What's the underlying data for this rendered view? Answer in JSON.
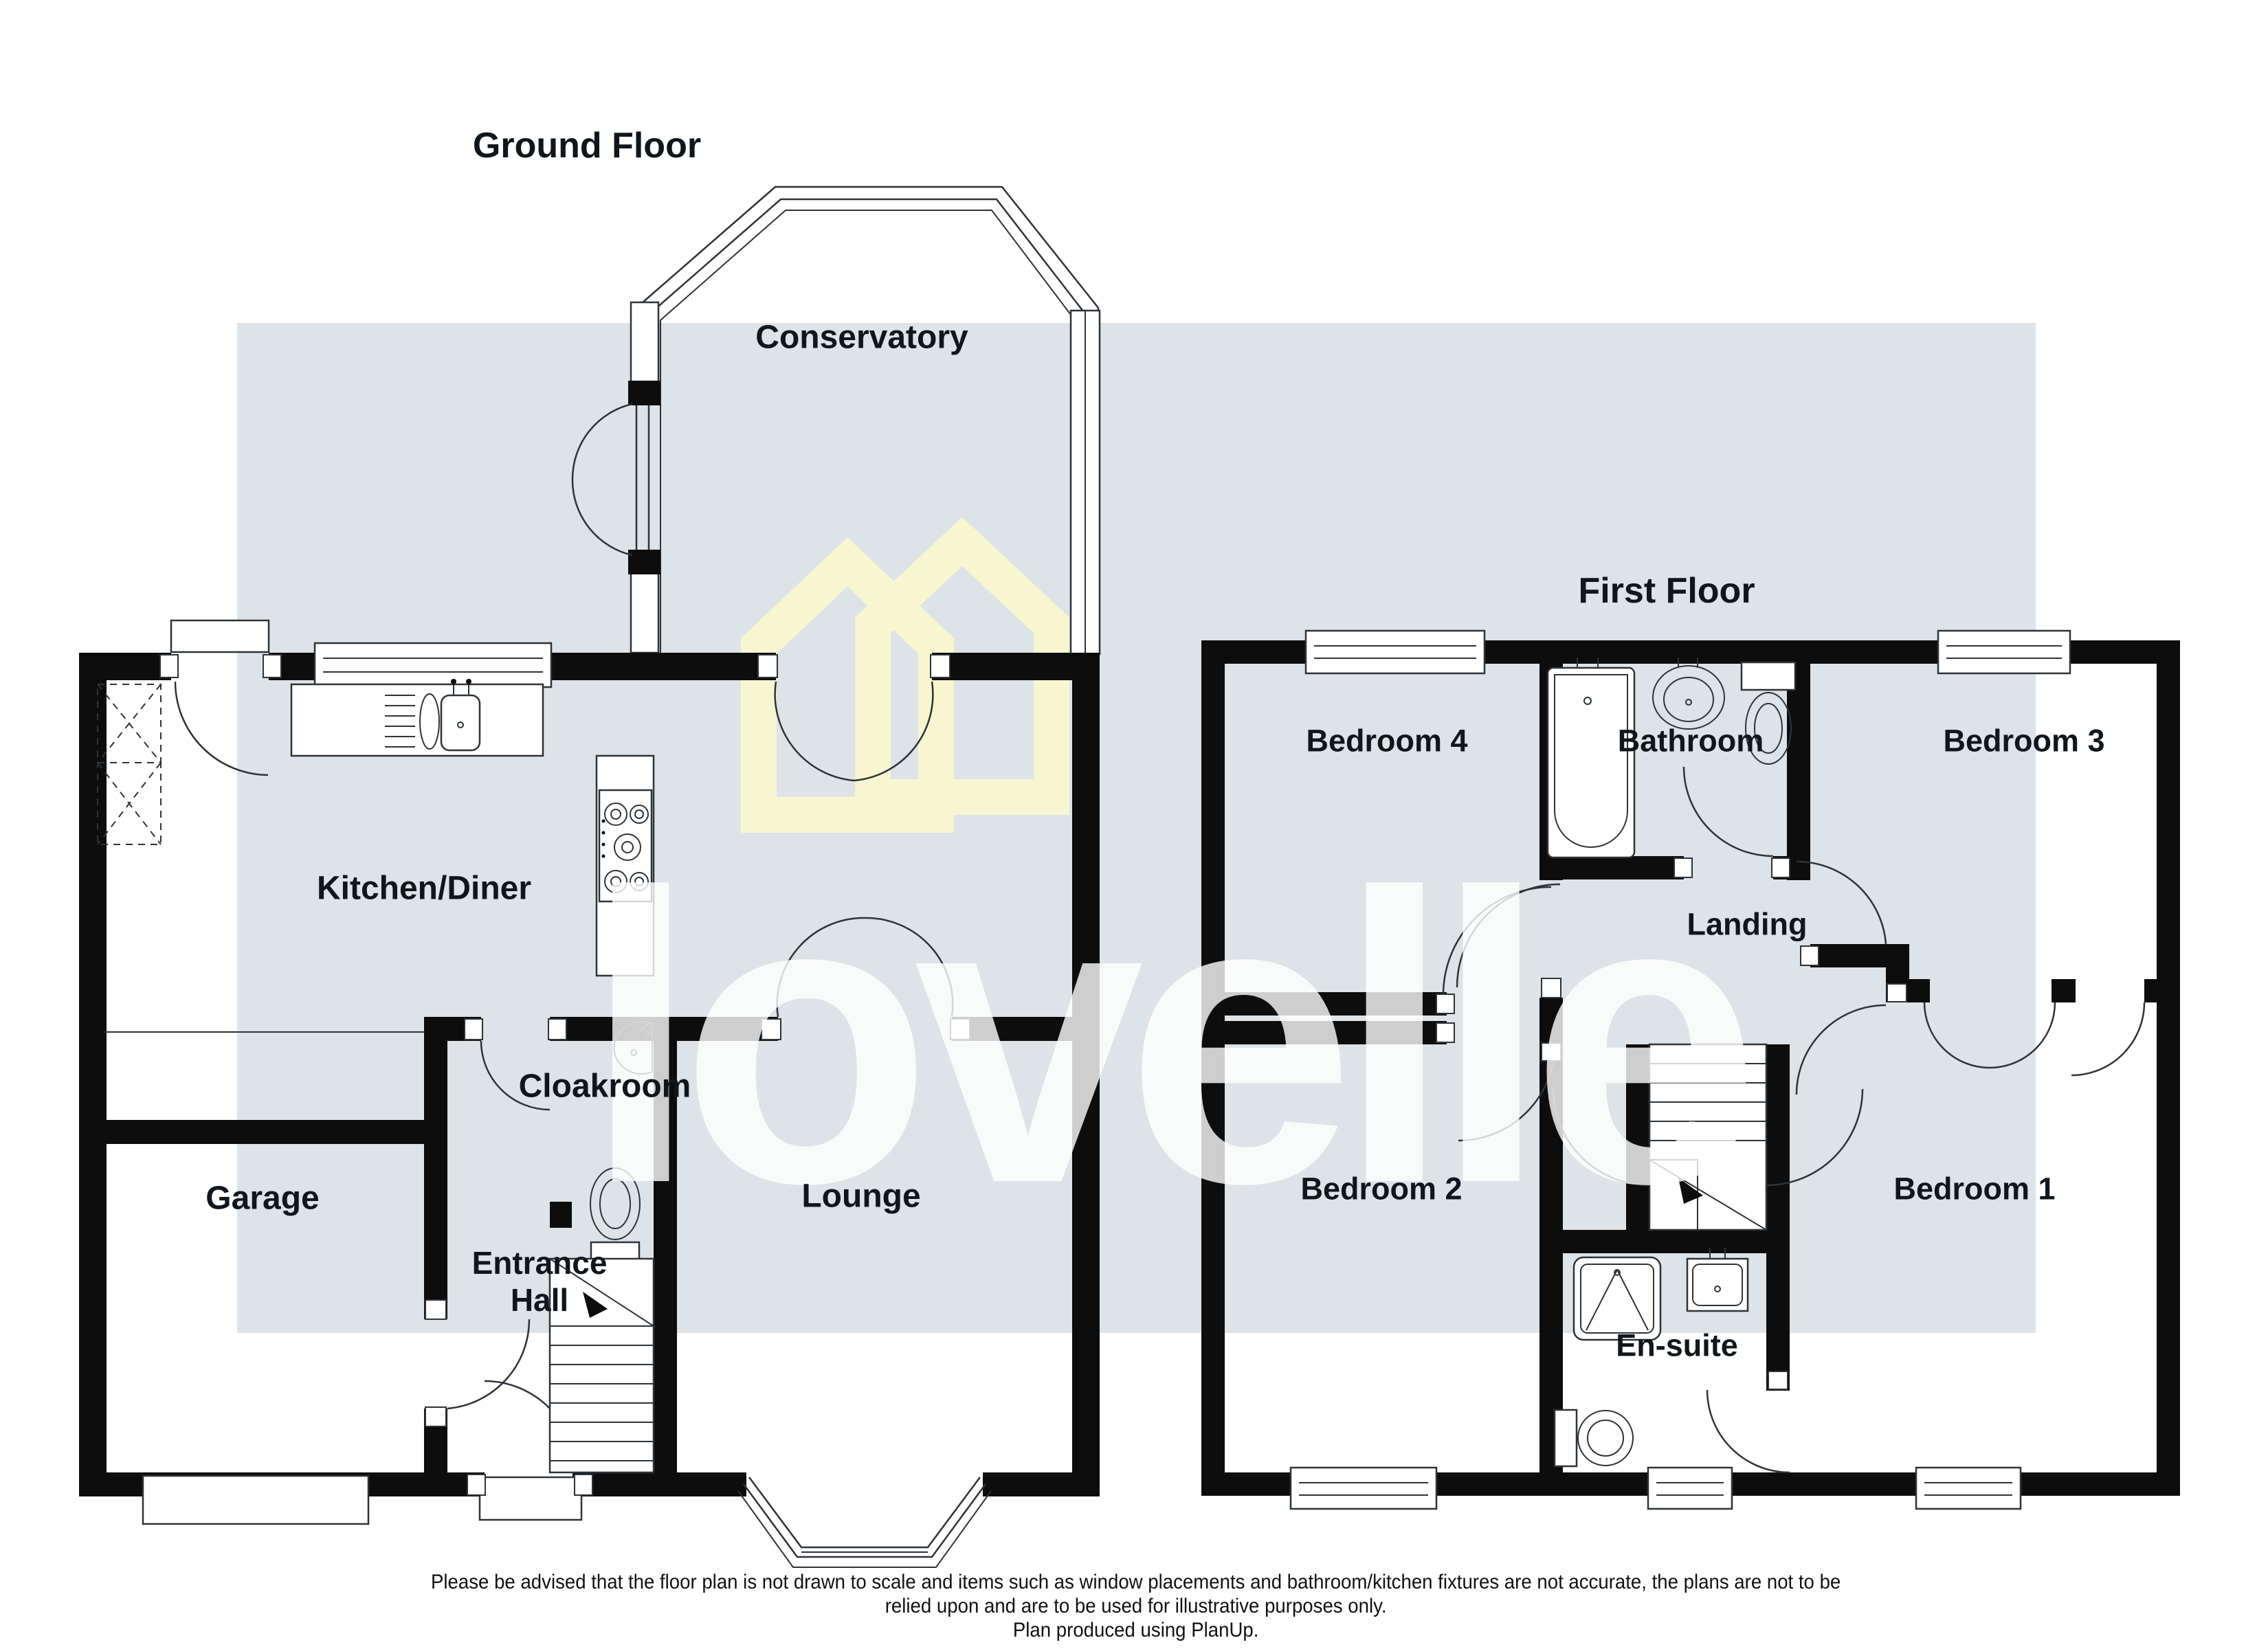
{
  "page": {
    "kind": "estate-agency-floor-plan"
  },
  "colors": {
    "background_gray": "#dee3e7",
    "watermark_yellow": "#f6f6d0",
    "watermark_white": "rgba(255,255,255,0.80)",
    "wall_black": "#0d0d0d",
    "line_dark": "#2e3338"
  },
  "watermark": {
    "text": "lovelle",
    "logo": "double-house-outline"
  },
  "ground": {
    "title": "Ground Floor",
    "conservatory": "Conservatory",
    "kitchen": "Kitchen/Diner",
    "cloakroom": "Cloakroom",
    "lounge": "Lounge",
    "garage": "Garage",
    "hall_line1": "Entrance",
    "hall_line2": "Hall",
    "fixture_icons": [
      "kitchen-sink-icon",
      "drainer-icon",
      "hob-icon",
      "storage-cupboard-icon",
      "basin-icon",
      "toilet-icon",
      "staircase-icon",
      "bay-window-icon",
      "garage-door-icon",
      "front-door-icon"
    ]
  },
  "first": {
    "title": "First Floor",
    "bedroom4": "Bedroom 4",
    "bathroom": "Bathroom",
    "bedroom3": "Bedroom 3",
    "landing": "Landing",
    "bedroom2": "Bedroom 2",
    "bedroom1": "Bedroom 1",
    "ensuite": "En-suite",
    "fixture_icons": [
      "bathtub-icon",
      "basin-icon",
      "toilet-icon",
      "shower-icon",
      "staircase-icon",
      "window-icon"
    ]
  },
  "disclaimer": {
    "line1": "Please be advised that the floor plan is not drawn to scale and items such as window placements and bathroom/kitchen fixtures are not accurate, the plans are not to be",
    "line2": "relied upon and are to be used for illustrative purposes only.",
    "line3": "Plan produced using PlanUp."
  }
}
